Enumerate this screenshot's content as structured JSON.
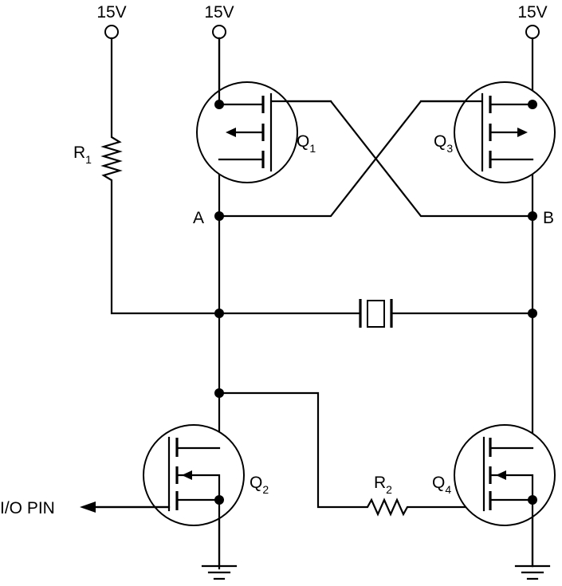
{
  "supply": {
    "label": "15V"
  },
  "nodes": {
    "a": "A",
    "b": "B"
  },
  "transistors": {
    "q1": {
      "base": "Q",
      "sub": "1"
    },
    "q2": {
      "base": "Q",
      "sub": "2"
    },
    "q3": {
      "base": "Q",
      "sub": "3"
    },
    "q4": {
      "base": "Q",
      "sub": "4"
    }
  },
  "resistors": {
    "r1": {
      "base": "R",
      "sub": "1"
    },
    "r2": {
      "base": "R",
      "sub": "2"
    }
  },
  "io": {
    "label": "I/O PIN"
  }
}
